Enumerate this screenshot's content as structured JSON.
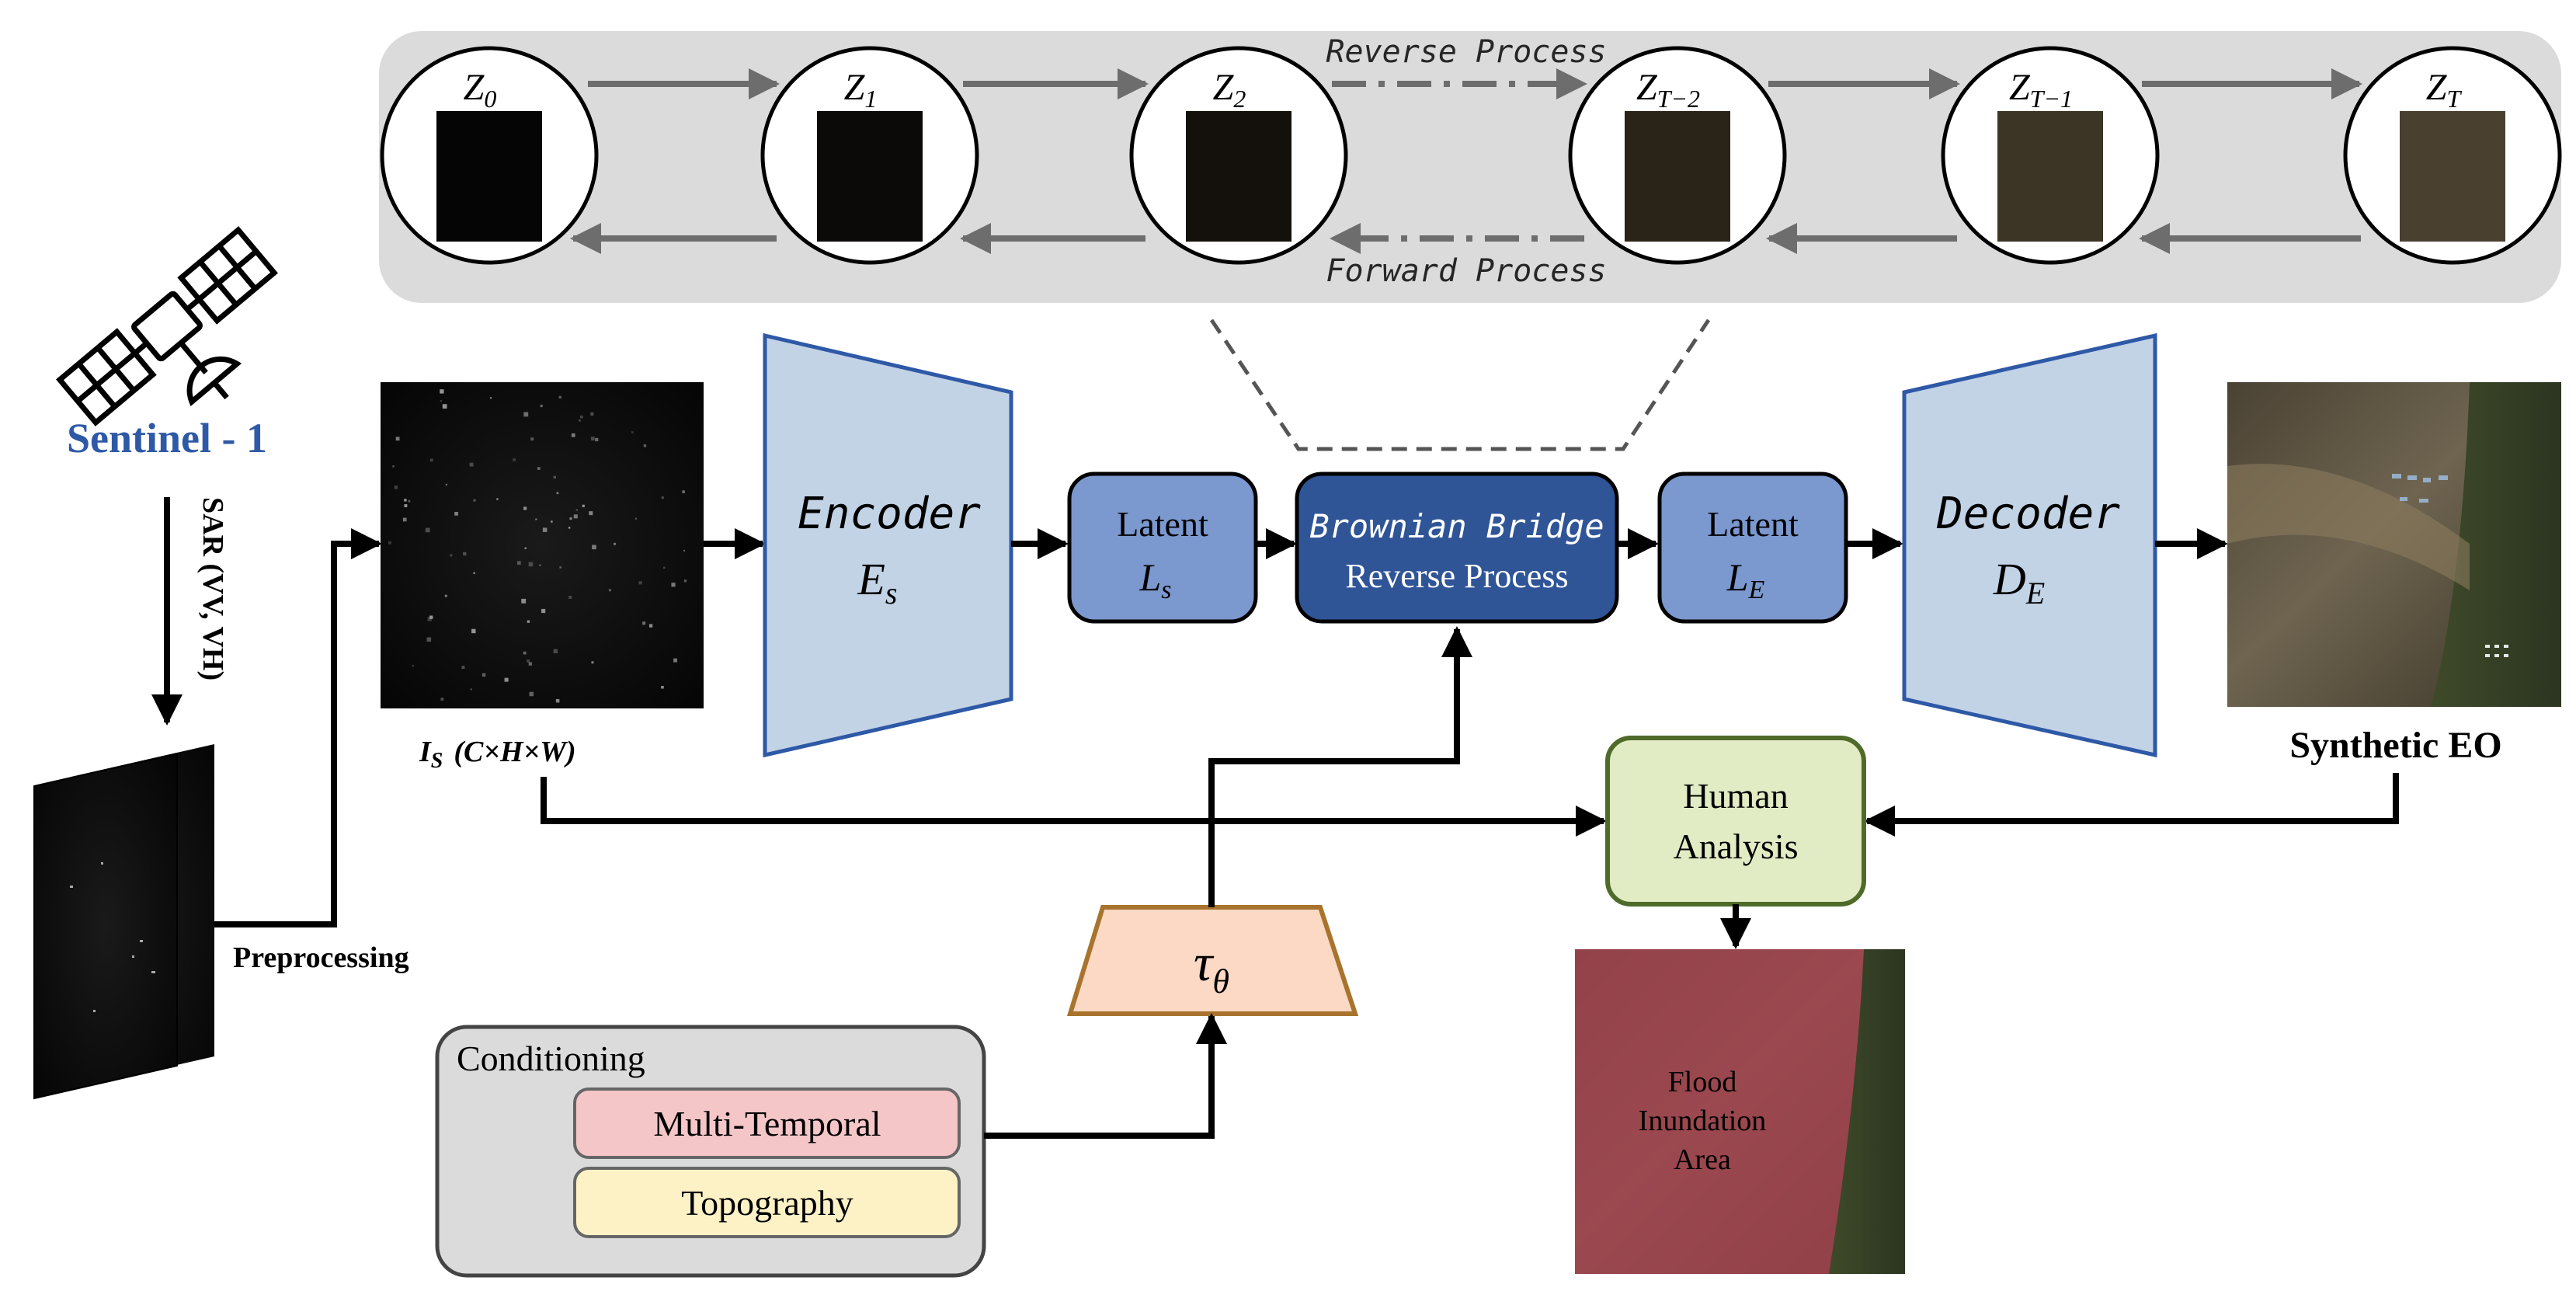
{
  "colors": {
    "encoder_fill": "#c3d3e6",
    "encoder_stroke": "#2e59a6",
    "latent_fill": "#7b98cf",
    "bridge_fill": "#2f5597",
    "satellite_text": "#2e59a6",
    "human_fill": "#e2ecc4",
    "human_stroke": "#4e6b2a",
    "tau_fill": "#fbd9c4",
    "tau_stroke": "#a8742d",
    "multitemporal_fill": "#f5c6c8",
    "topography_fill": "#fdf2c6",
    "process_panel": "#dcdbdb",
    "flood_overlay": "#a5424f"
  },
  "diffusion": {
    "states": [
      {
        "label": "Z",
        "sub": "0"
      },
      {
        "label": "Z",
        "sub": "1"
      },
      {
        "label": "Z",
        "sub": "2"
      },
      {
        "label": "Z",
        "sub": "T−2"
      },
      {
        "label": "Z",
        "sub": "T−1"
      },
      {
        "label": "Z",
        "sub": "T"
      }
    ],
    "reverse_label": "Reverse Process",
    "forward_label": "Forward Process"
  },
  "satellite": {
    "icon": "satellite-icon",
    "name": "Sentinel - 1",
    "sar_label": "SAR (VV, VH)",
    "preprocessing_label": "Preprocessing"
  },
  "input_image": {
    "label_main": "I",
    "label_sub": "S",
    "label_dims": "(C×H×W)"
  },
  "encoder": {
    "title": "Encoder",
    "symbol": "E",
    "sub": "s"
  },
  "latent_s": {
    "title": "Latent",
    "symbol": "L",
    "sub": "s"
  },
  "bridge": {
    "line1": "Brownian Bridge",
    "line2": "Reverse Process"
  },
  "latent_e": {
    "title": "Latent",
    "symbol": "L",
    "sub": "E"
  },
  "decoder": {
    "title": "Decoder",
    "symbol": "D",
    "sub": "E"
  },
  "output": {
    "label": "Synthetic EO"
  },
  "human": {
    "line1": "Human",
    "line2": "Analysis"
  },
  "tau": {
    "symbol": "τ",
    "sub": "θ"
  },
  "conditioning": {
    "title": "Conditioning",
    "items": [
      "Multi-Temporal",
      "Topography"
    ]
  },
  "flood": {
    "line1": "Flood",
    "line2": "Inundation",
    "line3": "Area"
  }
}
